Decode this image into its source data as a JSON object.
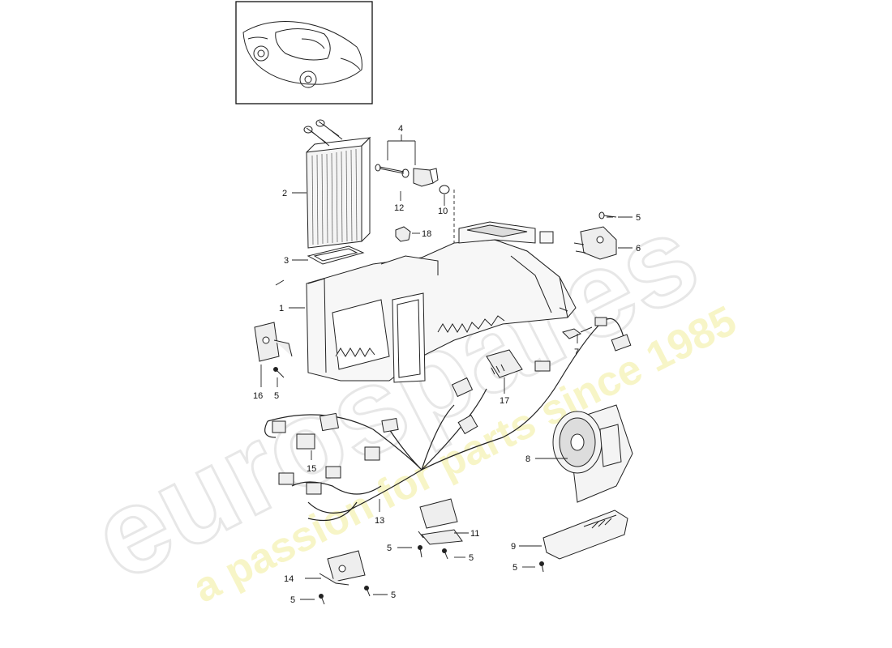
{
  "watermark": {
    "brand": "eurospares",
    "tagline": "a passion for parts since 1985"
  },
  "callouts": [
    {
      "id": "c1",
      "text": "1"
    },
    {
      "id": "c2",
      "text": "2"
    },
    {
      "id": "c3",
      "text": "3"
    },
    {
      "id": "c4",
      "text": "4"
    },
    {
      "id": "c5a",
      "text": "5"
    },
    {
      "id": "c5b",
      "text": "5"
    },
    {
      "id": "c5c",
      "text": "5"
    },
    {
      "id": "c5d",
      "text": "5"
    },
    {
      "id": "c5e",
      "text": "5"
    },
    {
      "id": "c5f",
      "text": "5"
    },
    {
      "id": "c5g",
      "text": "5"
    },
    {
      "id": "c5h",
      "text": "5"
    },
    {
      "id": "c6",
      "text": "6"
    },
    {
      "id": "c7",
      "text": "7"
    },
    {
      "id": "c8",
      "text": "8"
    },
    {
      "id": "c9",
      "text": "9"
    },
    {
      "id": "c10",
      "text": "10"
    },
    {
      "id": "c11",
      "text": "11"
    },
    {
      "id": "c12",
      "text": "12"
    },
    {
      "id": "c13",
      "text": "13"
    },
    {
      "id": "c14",
      "text": "14"
    },
    {
      "id": "c15",
      "text": "15"
    },
    {
      "id": "c16",
      "text": "16"
    },
    {
      "id": "c17",
      "text": "17"
    },
    {
      "id": "c18",
      "text": "18"
    }
  ]
}
